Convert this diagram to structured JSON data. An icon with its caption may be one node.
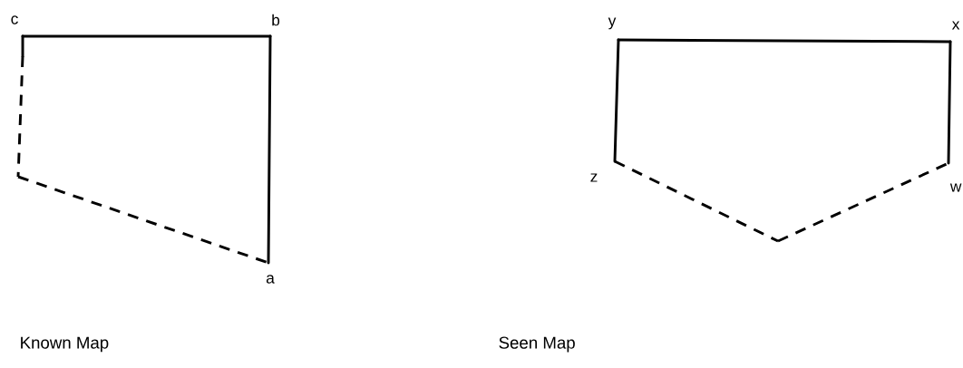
{
  "diagram": {
    "labels": [
      "c",
      "b",
      "a",
      "Known Map",
      "y",
      "x",
      "z",
      "w",
      "Seen Map"
    ]
  }
}
